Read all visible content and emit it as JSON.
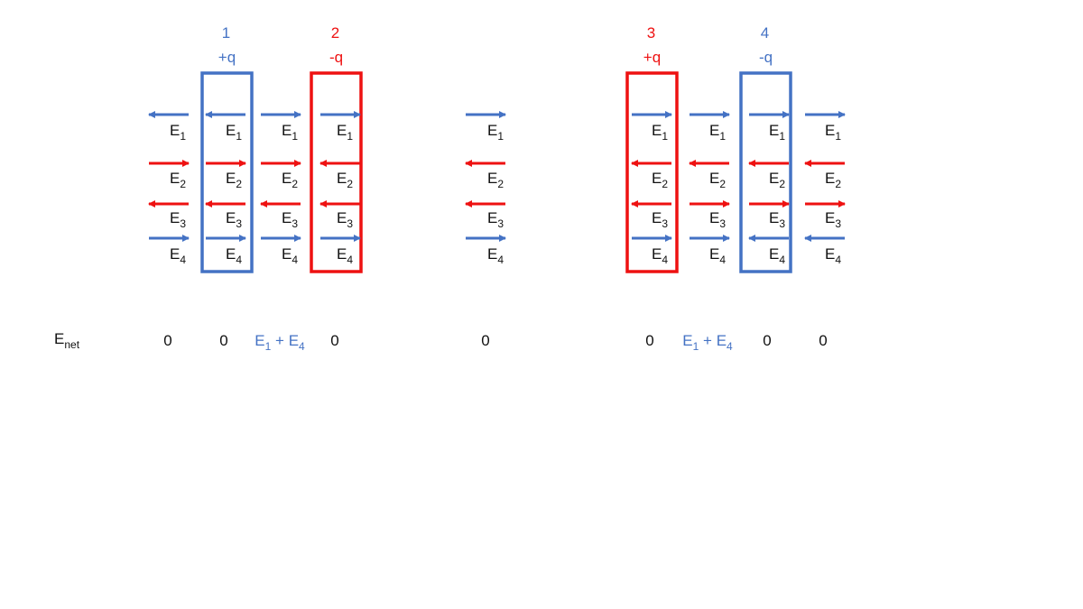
{
  "colors": {
    "blue": "#4472C4",
    "red": "#EE1111",
    "text": "#111111"
  },
  "plates": [
    {
      "id": "plate-1",
      "number": "1",
      "charge": "+q",
      "color": "blue"
    },
    {
      "id": "plate-2",
      "number": "2",
      "charge": "-q",
      "color": "red"
    },
    {
      "id": "plate-3",
      "number": "3",
      "charge": "+q",
      "color": "red"
    },
    {
      "id": "plate-4",
      "number": "4",
      "charge": "-q",
      "color": "blue"
    }
  ],
  "field_label_base": "E",
  "fields": [
    {
      "sub": "1",
      "color": "blue"
    },
    {
      "sub": "2",
      "color": "red"
    },
    {
      "sub": "3",
      "color": "red"
    },
    {
      "sub": "4",
      "color": "blue"
    }
  ],
  "regions": [
    {
      "dirs": [
        "left",
        "right",
        "left",
        "right"
      ],
      "net": "0"
    },
    {
      "dirs": [
        "left",
        "right",
        "left",
        "right"
      ],
      "net": "0"
    },
    {
      "dirs": [
        "right",
        "right",
        "left",
        "right"
      ],
      "net": "E1 + E4"
    },
    {
      "dirs": [
        "right",
        "left",
        "left",
        "right"
      ],
      "net": "0"
    },
    {
      "dirs": [
        "right",
        "left",
        "left",
        "right"
      ],
      "net": "0"
    },
    {
      "dirs": [
        "right",
        "left",
        "left",
        "right"
      ],
      "net": "0"
    },
    {
      "dirs": [
        "right",
        "left",
        "right",
        "right"
      ],
      "net": "E1 + E4"
    },
    {
      "dirs": [
        "right",
        "left",
        "right",
        "left"
      ],
      "net": "0"
    },
    {
      "dirs": [
        "right",
        "left",
        "right",
        "left"
      ],
      "net": "0"
    }
  ],
  "net_label": {
    "base": "E",
    "sub": "net"
  }
}
